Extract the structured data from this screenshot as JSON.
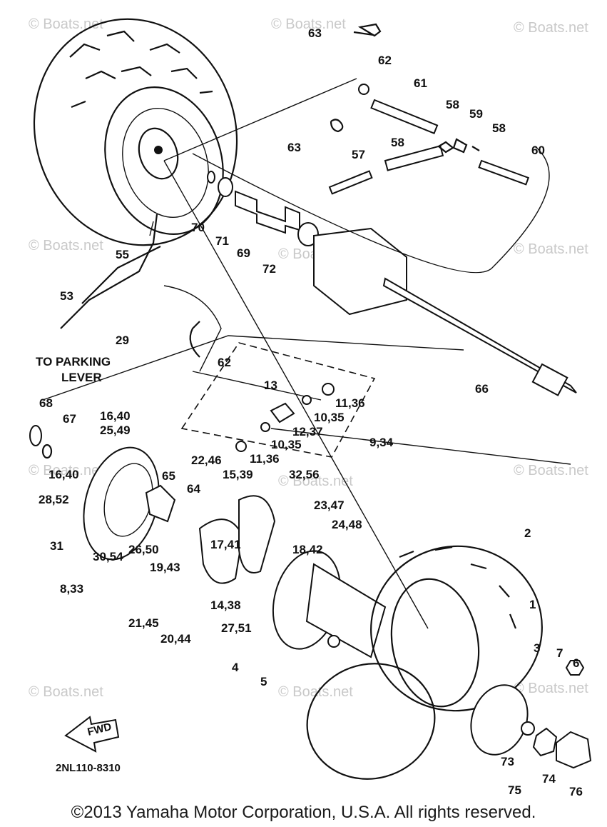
{
  "diagram": {
    "watermark": "© Boats.net",
    "drawing_code": "2NL110-8310",
    "note_parking": [
      "TO PARKING",
      "LEVER"
    ],
    "fwd_label": "FWD",
    "callouts": {
      "c63a": "63",
      "c62a": "62",
      "c61": "61",
      "c58a": "58",
      "c59": "59",
      "c58b": "58",
      "c58c": "58",
      "c63b": "63",
      "c57": "57",
      "c60": "60",
      "c70": "70",
      "c71": "71",
      "c69": "69",
      "c72": "72",
      "c55": "55",
      "c53": "53",
      "c29": "29",
      "c62b": "62",
      "c66": "66",
      "c13": "13",
      "c11_36a": "11,36",
      "c10_35a": "10,35",
      "c12_37": "12,37",
      "c10_35b": "10,35",
      "c9_34": "9,34",
      "c11_36b": "11,36",
      "c68": "68",
      "c67": "67",
      "c16_40a": "16,40",
      "c25_49": "25,49",
      "c16_40b": "16,40",
      "c28_52": "28,52",
      "c31": "31",
      "c65": "65",
      "c22_46": "22,46",
      "c15_39": "15,39",
      "c32_56": "32,56",
      "c64": "64",
      "c23_47": "23,47",
      "c24_48": "24,48",
      "c17_41": "17,41",
      "c18_42": "18,42",
      "c26_50": "26,50",
      "c19_43": "19,43",
      "c30_54": "30,54",
      "c8_33": "8,33",
      "c14_38": "14,38",
      "c21_45": "21,45",
      "c20_44": "20,44",
      "c27_51": "27,51",
      "c2": "2",
      "c1": "1",
      "c3": "3",
      "c4": "4",
      "c5": "5",
      "c7": "7",
      "c6": "6",
      "c73": "73",
      "c74": "74",
      "c75": "75",
      "c76": "76"
    }
  },
  "footer": {
    "copyright": "©2013 Yamaha Motor Corporation, U.S.A. All rights reserved."
  }
}
